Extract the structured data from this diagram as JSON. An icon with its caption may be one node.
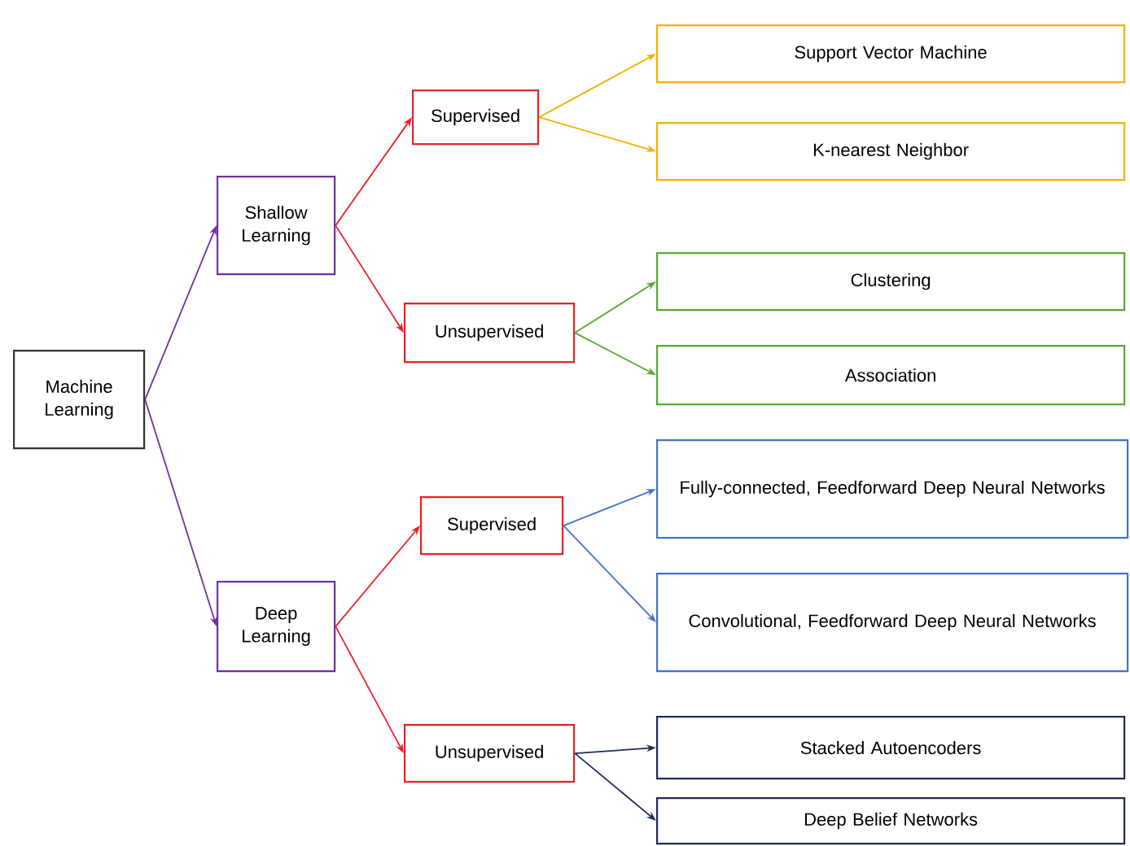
{
  "diagram": {
    "nodes": [
      {
        "text": [
          "Machine Learning"
        ]
      },
      {
        "text": [
          "Shallow Learning"
        ]
      },
      {
        "text": [
          "Deep Learning"
        ]
      },
      {
        "text": [
          "Supervised"
        ]
      },
      {
        "text": [
          "Unsupervised"
        ]
      },
      {
        "text": [
          "Support Vector Machine"
        ]
      },
      {
        "text": [
          "K-nearest Neighbor"
        ]
      },
      {
        "text": [
          "Clustering"
        ]
      },
      {
        "text": [
          "Association"
        ]
      },
      {
        "text": [
          "Supervised"
        ]
      },
      {
        "text": [
          "Unsupervised"
        ]
      },
      {
        "text": [
          "Fully-connected, Feedforward Deep Neural Networks"
        ]
      },
      {
        "text": [
          "Convolutional, Feedforward Deep Neural Networks"
        ]
      },
      {
        "text": [
          "Stacked Autoencoders"
        ]
      },
      {
        "text": [
          "Deep Belief Networks"
        ]
      }
    ],
    "edges": [
      {
        "from": 0,
        "to": 1,
        "arrow": "to",
        "color": "#7030a0"
      },
      {
        "from": 0,
        "to": 2,
        "arrow": "to",
        "color": "#7030a0"
      },
      {
        "from": 1,
        "to": 3,
        "arrow": "to",
        "color": "#e8202a"
      },
      {
        "from": 1,
        "to": 4,
        "arrow": "to",
        "color": "#e8202a"
      },
      {
        "from": 3,
        "to": 5,
        "arrow": "to",
        "color": "#f0b400"
      },
      {
        "from": 3,
        "to": 6,
        "arrow": "to",
        "color": "#f0b400"
      },
      {
        "from": 4,
        "to": 7,
        "arrow": "to",
        "color": "#5aa832"
      },
      {
        "from": 4,
        "to": 8,
        "arrow": "to",
        "color": "#5aa832"
      },
      {
        "from": 2,
        "to": 9,
        "arrow": "to",
        "color": "#e8202a"
      },
      {
        "from": 2,
        "to": 10,
        "arrow": "to",
        "color": "#e8202a"
      },
      {
        "from": 9,
        "to": 11,
        "arrow": "to",
        "color": "#4472c4"
      },
      {
        "from": 9,
        "to": 12,
        "arrow": "to",
        "color": "#4472c4"
      },
      {
        "from": 10,
        "to": 13,
        "arrow": "to",
        "color": "#1f2a5a"
      },
      {
        "from": 10,
        "to": 14,
        "arrow": "to",
        "color": "#1f2a5a"
      }
    ]
  }
}
